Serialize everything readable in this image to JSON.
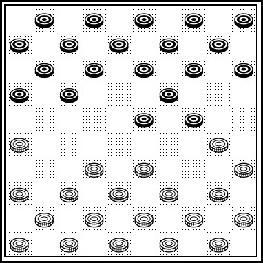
{
  "game": {
    "name": "checkers",
    "board_size": 10,
    "dark_square_parity": "odd",
    "colors": {
      "background": "#ffffff",
      "frame": "#000000",
      "dot": "#000000",
      "piece_outline": "#000000",
      "dark_piece_fill": "#000000",
      "light_piece_fill": "#ffffff"
    },
    "piece_types": {
      "dark": "dark-piece",
      "light": "light-piece"
    },
    "board": [
      [
        null,
        "dark",
        null,
        "dark",
        null,
        "dark",
        null,
        "dark",
        null,
        "dark"
      ],
      [
        "dark",
        null,
        "dark",
        null,
        "dark",
        null,
        "dark",
        null,
        "dark",
        null
      ],
      [
        null,
        "dark",
        null,
        "dark",
        null,
        "dark",
        null,
        "dark",
        null,
        "dark"
      ],
      [
        "dark",
        null,
        "dark",
        null,
        null,
        null,
        "dark",
        null,
        null,
        null
      ],
      [
        null,
        null,
        null,
        null,
        null,
        "dark",
        null,
        "dark",
        null,
        null
      ],
      [
        "light",
        null,
        null,
        null,
        null,
        null,
        null,
        null,
        "light",
        null
      ],
      [
        null,
        null,
        null,
        "light",
        null,
        "light",
        null,
        null,
        null,
        "light"
      ],
      [
        "light",
        null,
        "light",
        null,
        "light",
        null,
        "light",
        null,
        "light",
        null
      ],
      [
        null,
        "light",
        null,
        "light",
        null,
        "light",
        null,
        "light",
        null,
        "light"
      ],
      [
        "light",
        null,
        "light",
        null,
        "light",
        null,
        "light",
        null,
        "light",
        null
      ]
    ]
  }
}
